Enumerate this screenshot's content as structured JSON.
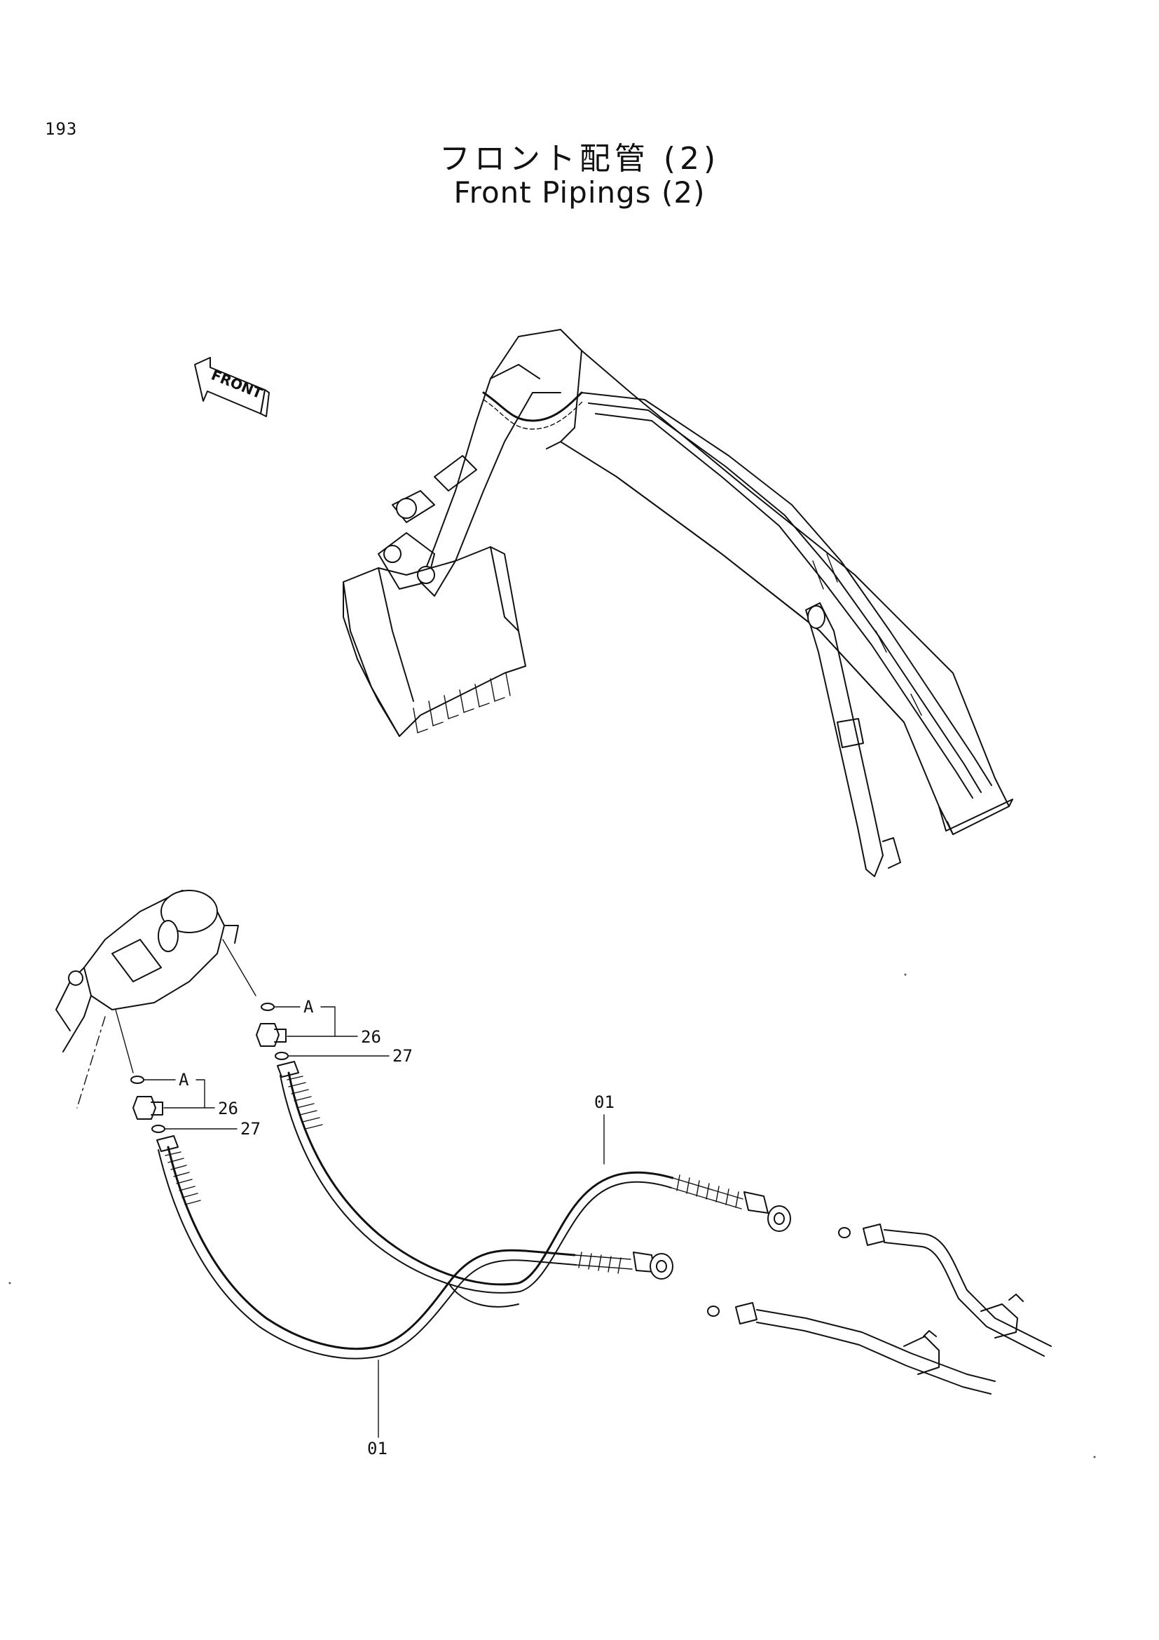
{
  "page_number": "193",
  "title_jp": "フロント配管 (2)",
  "title_en": "Front Pipings (2)",
  "direction_label": "FRONT",
  "callouts": {
    "hose_top": "01",
    "hose_bottom": "01",
    "detail_a_upper": "A",
    "detail_a_lower": "A",
    "part_26_upper": "26",
    "part_26_lower": "26",
    "part_27_upper": "27",
    "part_27_lower": "27"
  },
  "icons": [
    "front-arrow-icon"
  ]
}
